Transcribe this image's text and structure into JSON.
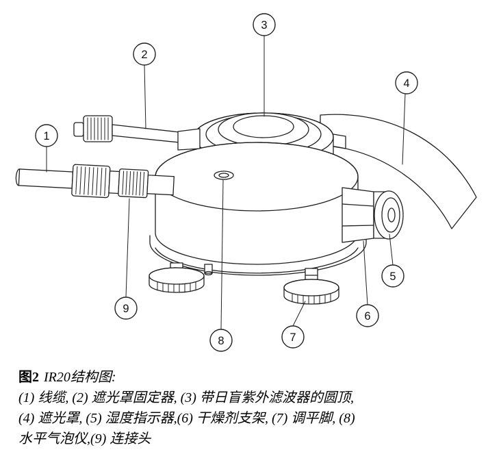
{
  "figure": {
    "callouts": [
      {
        "n": "1",
        "part": "线缆"
      },
      {
        "n": "2",
        "part": "遮光罩固定器"
      },
      {
        "n": "3",
        "part": "带日盲紫外滤波器的圆顶"
      },
      {
        "n": "4",
        "part": "遮光罩"
      },
      {
        "n": "5",
        "part": "湿度指示器"
      },
      {
        "n": "6",
        "part": "干燥剂支架"
      },
      {
        "n": "7",
        "part": "调平脚"
      },
      {
        "n": "8",
        "part": "水平气泡仪"
      },
      {
        "n": "9",
        "part": "连接头"
      }
    ],
    "caption": {
      "fig_label": "图2",
      "fig_title": "IR20结构图:",
      "line2": "(1) 线缆, (2) 遮光罩固定器, (3) 带日盲紫外滤波器的圆顶,",
      "line3": "(4) 遮光罩, (5) 湿度指示器,(6) 干燥剂支架, (7) 调平脚, (8)",
      "line4": "水平气泡仪,(9) 连接头"
    },
    "colors": {
      "line": "#1f1f1f",
      "background": "#ffffff"
    }
  }
}
